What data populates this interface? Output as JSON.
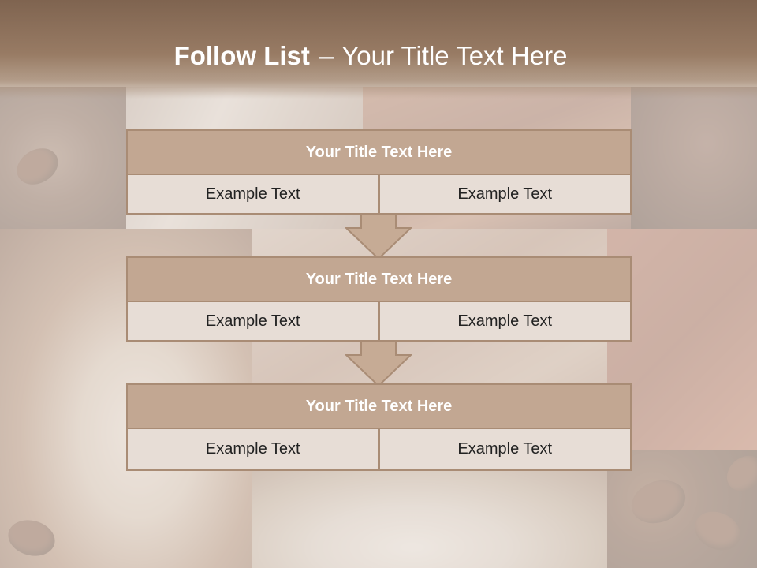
{
  "slide": {
    "title_bold": "Follow List",
    "title_separator": "–",
    "title_rest": "Your Title Text Here"
  },
  "blocks": [
    {
      "title": "Your Title Text Here",
      "cells": [
        "Example Text",
        "Example Text"
      ]
    },
    {
      "title": "Your Title Text Here",
      "cells": [
        "Example Text",
        "Example Text"
      ]
    },
    {
      "title": "Your Title Text Here",
      "cells": [
        "Example Text",
        "Example Text"
      ]
    }
  ],
  "colors": {
    "header_band": "#8c705a",
    "block_header": "#c2a792",
    "block_cell": "#e7ddd6",
    "border": "#a98c75",
    "arrow_fill": "#c6ab95"
  }
}
